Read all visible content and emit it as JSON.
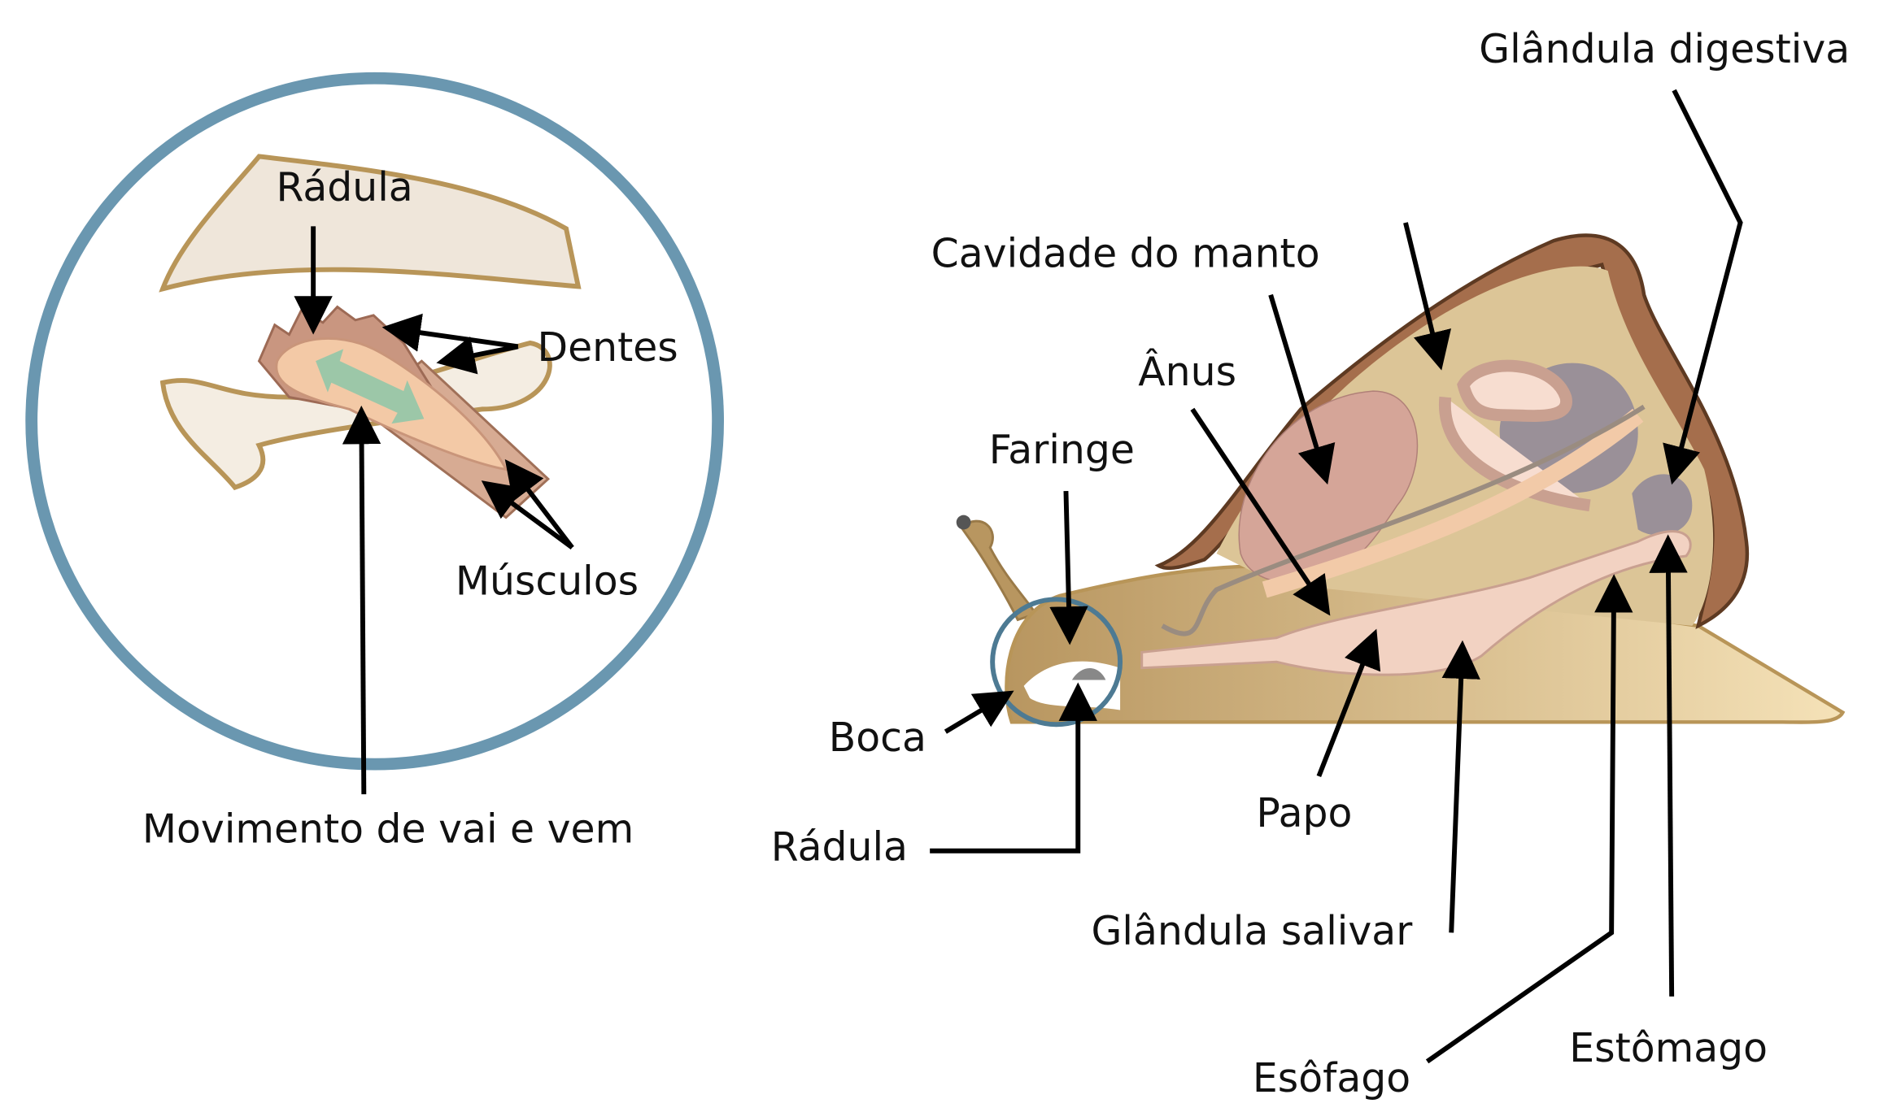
{
  "zoom_panel": {
    "labels": {
      "radula": "Rádula",
      "dentes": "Dentes",
      "musculos": "Músculos",
      "movimento": "Movimento de vai e vem"
    }
  },
  "snail_panel": {
    "labels": {
      "glandula_digestiva": "Glândula digestiva",
      "cavidade_manto": "Cavidade do manto",
      "anus": "Ânus",
      "faringe": "Faringe",
      "boca": "Boca",
      "radula": "Rádula",
      "papo": "Papo",
      "glandula_salivar": "Glândula salivar",
      "esofago": "Esôfago",
      "estomago": "Estômago"
    }
  },
  "colors": {
    "circle": "#6a97b0",
    "body": "#d9c08c",
    "shell": "#8a5a3c",
    "organ_pink": "#e8c4b4",
    "organ_gray": "#9a9098"
  }
}
